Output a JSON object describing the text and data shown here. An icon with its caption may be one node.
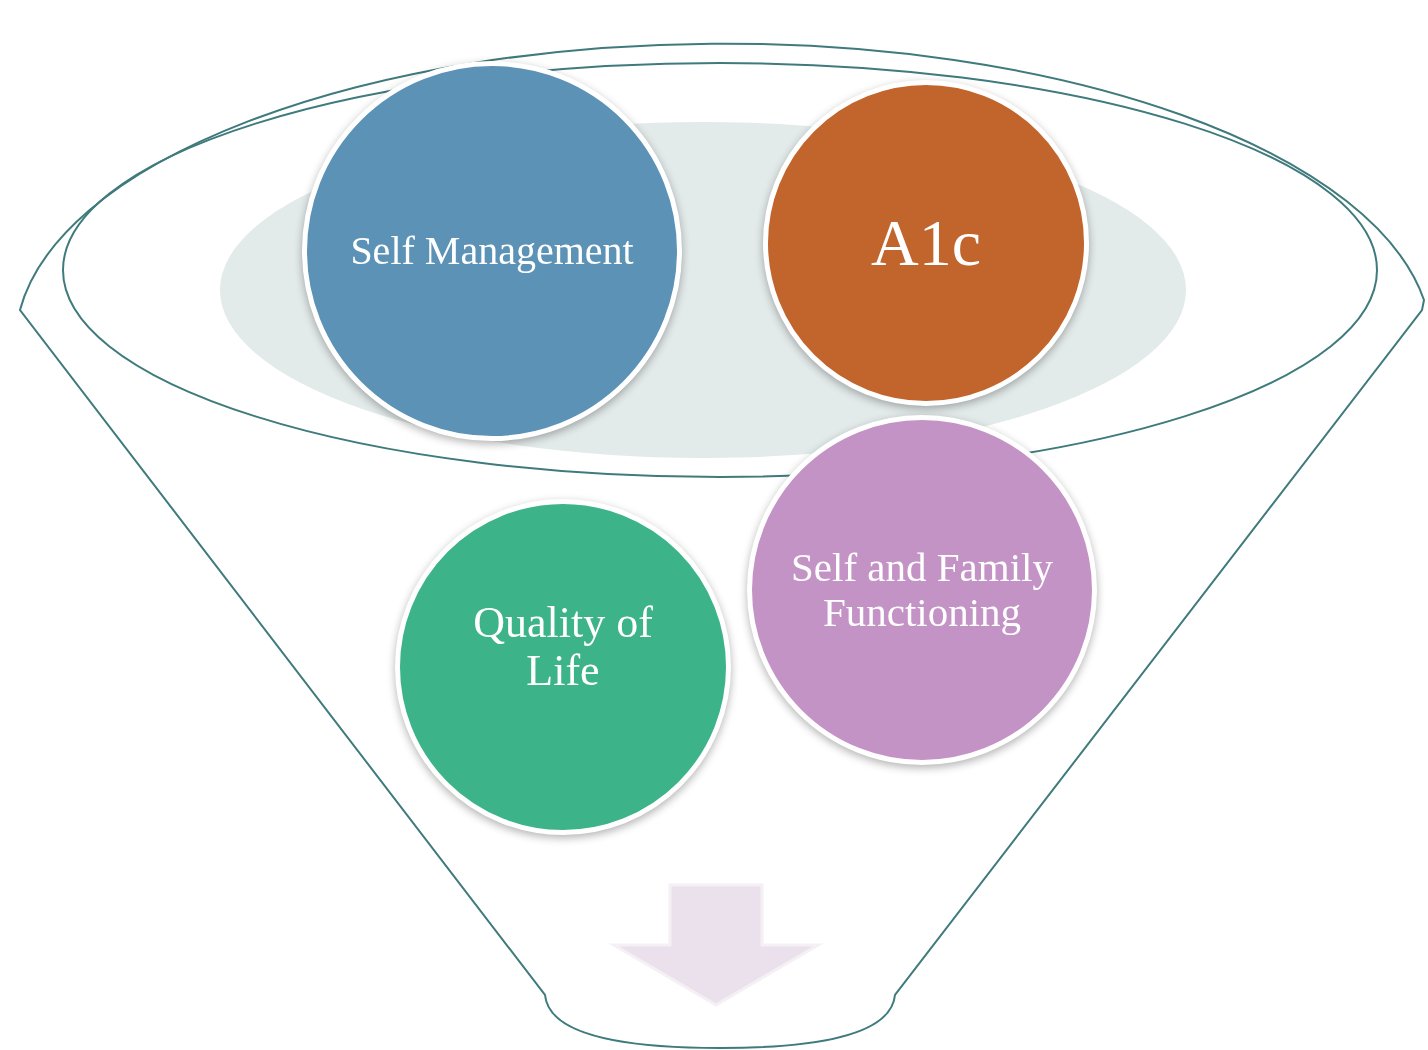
{
  "diagram": {
    "nodes": [
      {
        "text": [
          "Self Management"
        ]
      },
      {
        "text": [
          "A1c"
        ]
      },
      {
        "text": [
          "Self and Family Functioning"
        ]
      },
      {
        "text": [
          "Quality of Life"
        ]
      }
    ]
  }
}
